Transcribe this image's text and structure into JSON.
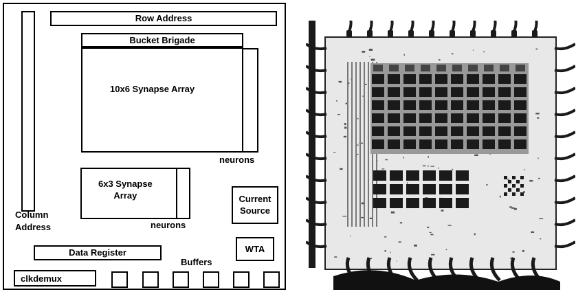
{
  "layout": {
    "row_address": "Row Address",
    "bucket_brigade": "Bucket Brigade",
    "synapse_array_large": "10x6 Synapse Array",
    "neurons_upper": "neurons",
    "synapse_array_small_line1": "6x3 Synapse",
    "synapse_array_small_line2": "Array",
    "neurons_lower": "neurons",
    "current_source_line1": "Current",
    "current_source_line2": "Source",
    "column_address_line1": "Column",
    "column_address_line2": "Address",
    "data_register": "Data Register",
    "wta": "WTA",
    "buffers": "Buffers",
    "clkdemux": "clkdemux"
  },
  "photo": {
    "grid_large": {
      "cols": 10,
      "rows": 6
    },
    "grid_small": {
      "cols": 6,
      "rows": 3
    },
    "pads_top": 10,
    "pads_bottom": 10,
    "pads_left": 10,
    "pads_right": 10
  },
  "colors": {
    "ink": "#000000",
    "paper": "#ffffff",
    "chip_dark": "#1a1a1a"
  }
}
